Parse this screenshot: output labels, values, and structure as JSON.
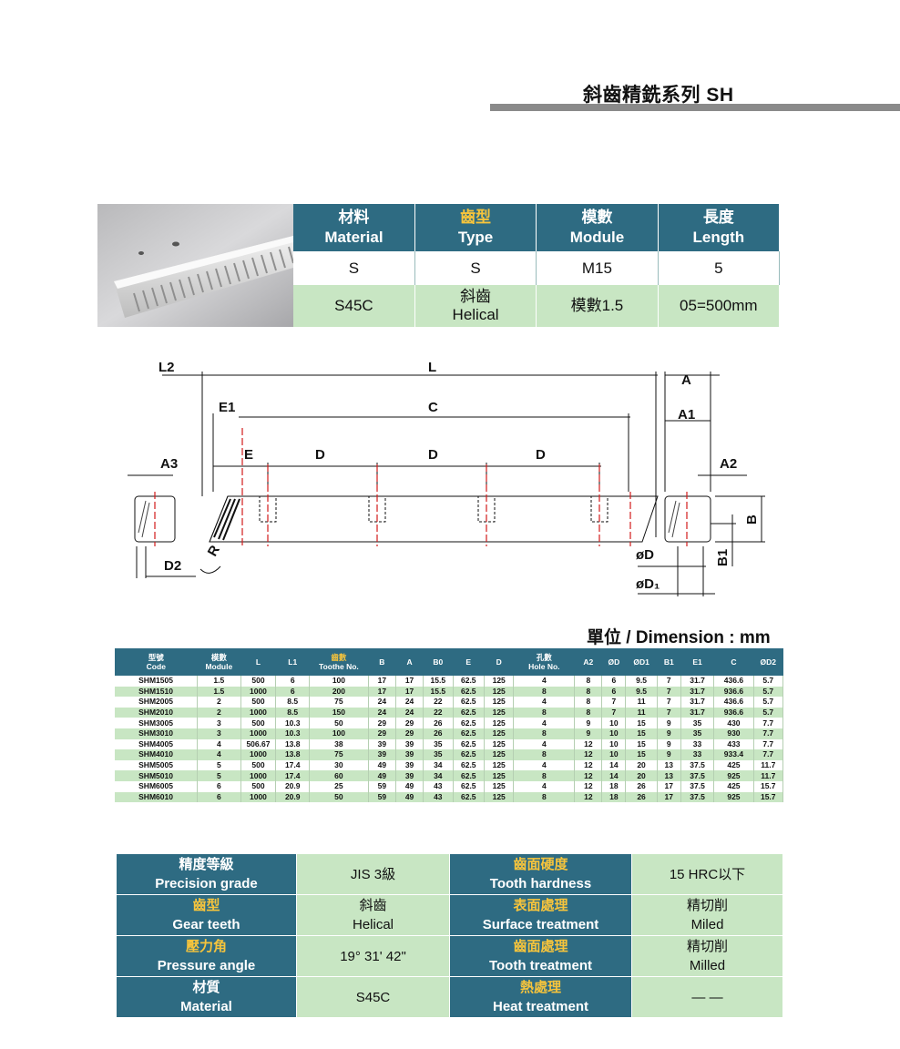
{
  "header": {
    "title": "斜齒精銑系列  SH"
  },
  "code_table": {
    "headers": [
      {
        "zh": "材料",
        "en": "Material",
        "accent": false
      },
      {
        "zh": "齒型",
        "en": "Type",
        "accent": true
      },
      {
        "zh": "模數",
        "en": "Module",
        "accent": false
      },
      {
        "zh": "長度",
        "en": "Length",
        "accent": false
      }
    ],
    "codes": [
      "S",
      "S",
      "M15",
      "5"
    ],
    "descriptions": [
      {
        "l1": "S45C",
        "l2": ""
      },
      {
        "l1": "斜齒",
        "l2": "Helical"
      },
      {
        "l1": "模數1.5",
        "l2": ""
      },
      {
        "l1": "05=500mm",
        "l2": ""
      }
    ]
  },
  "drawing": {
    "labels": {
      "L2": "L2",
      "L": "L",
      "A": "A",
      "A1": "A1",
      "E1": "E1",
      "C": "C",
      "E": "E",
      "D1": "D",
      "D2": "D",
      "D3": "D",
      "A3": "A3",
      "A2": "A2",
      "B": "B",
      "B1": "B1",
      "D2b": "D2",
      "R": "R",
      "phiD": "øD",
      "phiD1": "øD₁"
    }
  },
  "unit_label": "單位 / Dimension : mm",
  "spec_table": {
    "headers": [
      {
        "zh": "型號",
        "en": "Code",
        "accent": false
      },
      {
        "zh": "模數",
        "en": "Module",
        "accent": false
      },
      {
        "zh": "",
        "en": "L",
        "accent": false
      },
      {
        "zh": "",
        "en": "L1",
        "accent": false
      },
      {
        "zh": "齒數",
        "en": "Toothe No.",
        "accent": true
      },
      {
        "zh": "",
        "en": "B",
        "accent": false
      },
      {
        "zh": "",
        "en": "A",
        "accent": false
      },
      {
        "zh": "",
        "en": "B0",
        "accent": false
      },
      {
        "zh": "",
        "en": "E",
        "accent": false
      },
      {
        "zh": "",
        "en": "D",
        "accent": false
      },
      {
        "zh": "孔數",
        "en": "Hole No.",
        "accent": false
      },
      {
        "zh": "",
        "en": "A2",
        "accent": false
      },
      {
        "zh": "",
        "en": "ØD",
        "accent": false
      },
      {
        "zh": "",
        "en": "ØD1",
        "accent": false
      },
      {
        "zh": "",
        "en": "B1",
        "accent": false
      },
      {
        "zh": "",
        "en": "E1",
        "accent": false
      },
      {
        "zh": "",
        "en": "C",
        "accent": false
      },
      {
        "zh": "",
        "en": "ØD2",
        "accent": false
      }
    ],
    "rows": [
      [
        "SHM1505",
        "1.5",
        "500",
        "6",
        "100",
        "17",
        "17",
        "15.5",
        "62.5",
        "125",
        "4",
        "8",
        "6",
        "9.5",
        "7",
        "31.7",
        "436.6",
        "5.7"
      ],
      [
        "SHM1510",
        "1.5",
        "1000",
        "6",
        "200",
        "17",
        "17",
        "15.5",
        "62.5",
        "125",
        "8",
        "8",
        "6",
        "9.5",
        "7",
        "31.7",
        "936.6",
        "5.7"
      ],
      [
        "SHM2005",
        "2",
        "500",
        "8.5",
        "75",
        "24",
        "24",
        "22",
        "62.5",
        "125",
        "4",
        "8",
        "7",
        "11",
        "7",
        "31.7",
        "436.6",
        "5.7"
      ],
      [
        "SHM2010",
        "2",
        "1000",
        "8.5",
        "150",
        "24",
        "24",
        "22",
        "62.5",
        "125",
        "8",
        "8",
        "7",
        "11",
        "7",
        "31.7",
        "936.6",
        "5.7"
      ],
      [
        "SHM3005",
        "3",
        "500",
        "10.3",
        "50",
        "29",
        "29",
        "26",
        "62.5",
        "125",
        "4",
        "9",
        "10",
        "15",
        "9",
        "35",
        "430",
        "7.7"
      ],
      [
        "SHM3010",
        "3",
        "1000",
        "10.3",
        "100",
        "29",
        "29",
        "26",
        "62.5",
        "125",
        "8",
        "9",
        "10",
        "15",
        "9",
        "35",
        "930",
        "7.7"
      ],
      [
        "SHM4005",
        "4",
        "506.67",
        "13.8",
        "38",
        "39",
        "39",
        "35",
        "62.5",
        "125",
        "4",
        "12",
        "10",
        "15",
        "9",
        "33",
        "433",
        "7.7"
      ],
      [
        "SHM4010",
        "4",
        "1000",
        "13.8",
        "75",
        "39",
        "39",
        "35",
        "62.5",
        "125",
        "8",
        "12",
        "10",
        "15",
        "9",
        "33",
        "933.4",
        "7.7"
      ],
      [
        "SHM5005",
        "5",
        "500",
        "17.4",
        "30",
        "49",
        "39",
        "34",
        "62.5",
        "125",
        "4",
        "12",
        "14",
        "20",
        "13",
        "37.5",
        "425",
        "11.7"
      ],
      [
        "SHM5010",
        "5",
        "1000",
        "17.4",
        "60",
        "49",
        "39",
        "34",
        "62.5",
        "125",
        "8",
        "12",
        "14",
        "20",
        "13",
        "37.5",
        "925",
        "11.7"
      ],
      [
        "SHM6005",
        "6",
        "500",
        "20.9",
        "25",
        "59",
        "49",
        "43",
        "62.5",
        "125",
        "4",
        "12",
        "18",
        "26",
        "17",
        "37.5",
        "425",
        "15.7"
      ],
      [
        "SHM6010",
        "6",
        "1000",
        "20.9",
        "50",
        "59",
        "49",
        "43",
        "62.5",
        "125",
        "8",
        "12",
        "18",
        "26",
        "17",
        "37.5",
        "925",
        "15.7"
      ]
    ]
  },
  "properties": [
    [
      {
        "zh": "精度等級",
        "en": "Precision grade",
        "accent": false,
        "value": [
          "JIS 3級"
        ]
      },
      {
        "zh": "齒面硬度",
        "en": "Tooth hardness",
        "accent": true,
        "value": [
          "15 HRC以下"
        ]
      }
    ],
    [
      {
        "zh": "齒型",
        "en": "Gear teeth",
        "accent": true,
        "value": [
          "斜齒",
          "Helical"
        ]
      },
      {
        "zh": "表面處理",
        "en": "Surface treatment",
        "accent": true,
        "value": [
          "精切削",
          "Miled"
        ]
      }
    ],
    [
      {
        "zh": "壓力角",
        "en": "Pressure angle",
        "accent": true,
        "value": [
          "19° 31' 42\""
        ]
      },
      {
        "zh": "齒面處理",
        "en": "Tooth treatment",
        "accent": true,
        "value": [
          "精切削",
          "Milled"
        ]
      }
    ],
    [
      {
        "zh": "材質",
        "en": "Material",
        "accent": false,
        "value": [
          "S45C"
        ]
      },
      {
        "zh": "熱處理",
        "en": "Heat treatment",
        "accent": true,
        "value": [
          "— —"
        ]
      }
    ]
  ],
  "colors": {
    "header_blue": "#2e6b82",
    "accent_yellow": "#f6c43c",
    "row_green": "#c8e6c3",
    "bar_gray": "#8a8a8a"
  }
}
